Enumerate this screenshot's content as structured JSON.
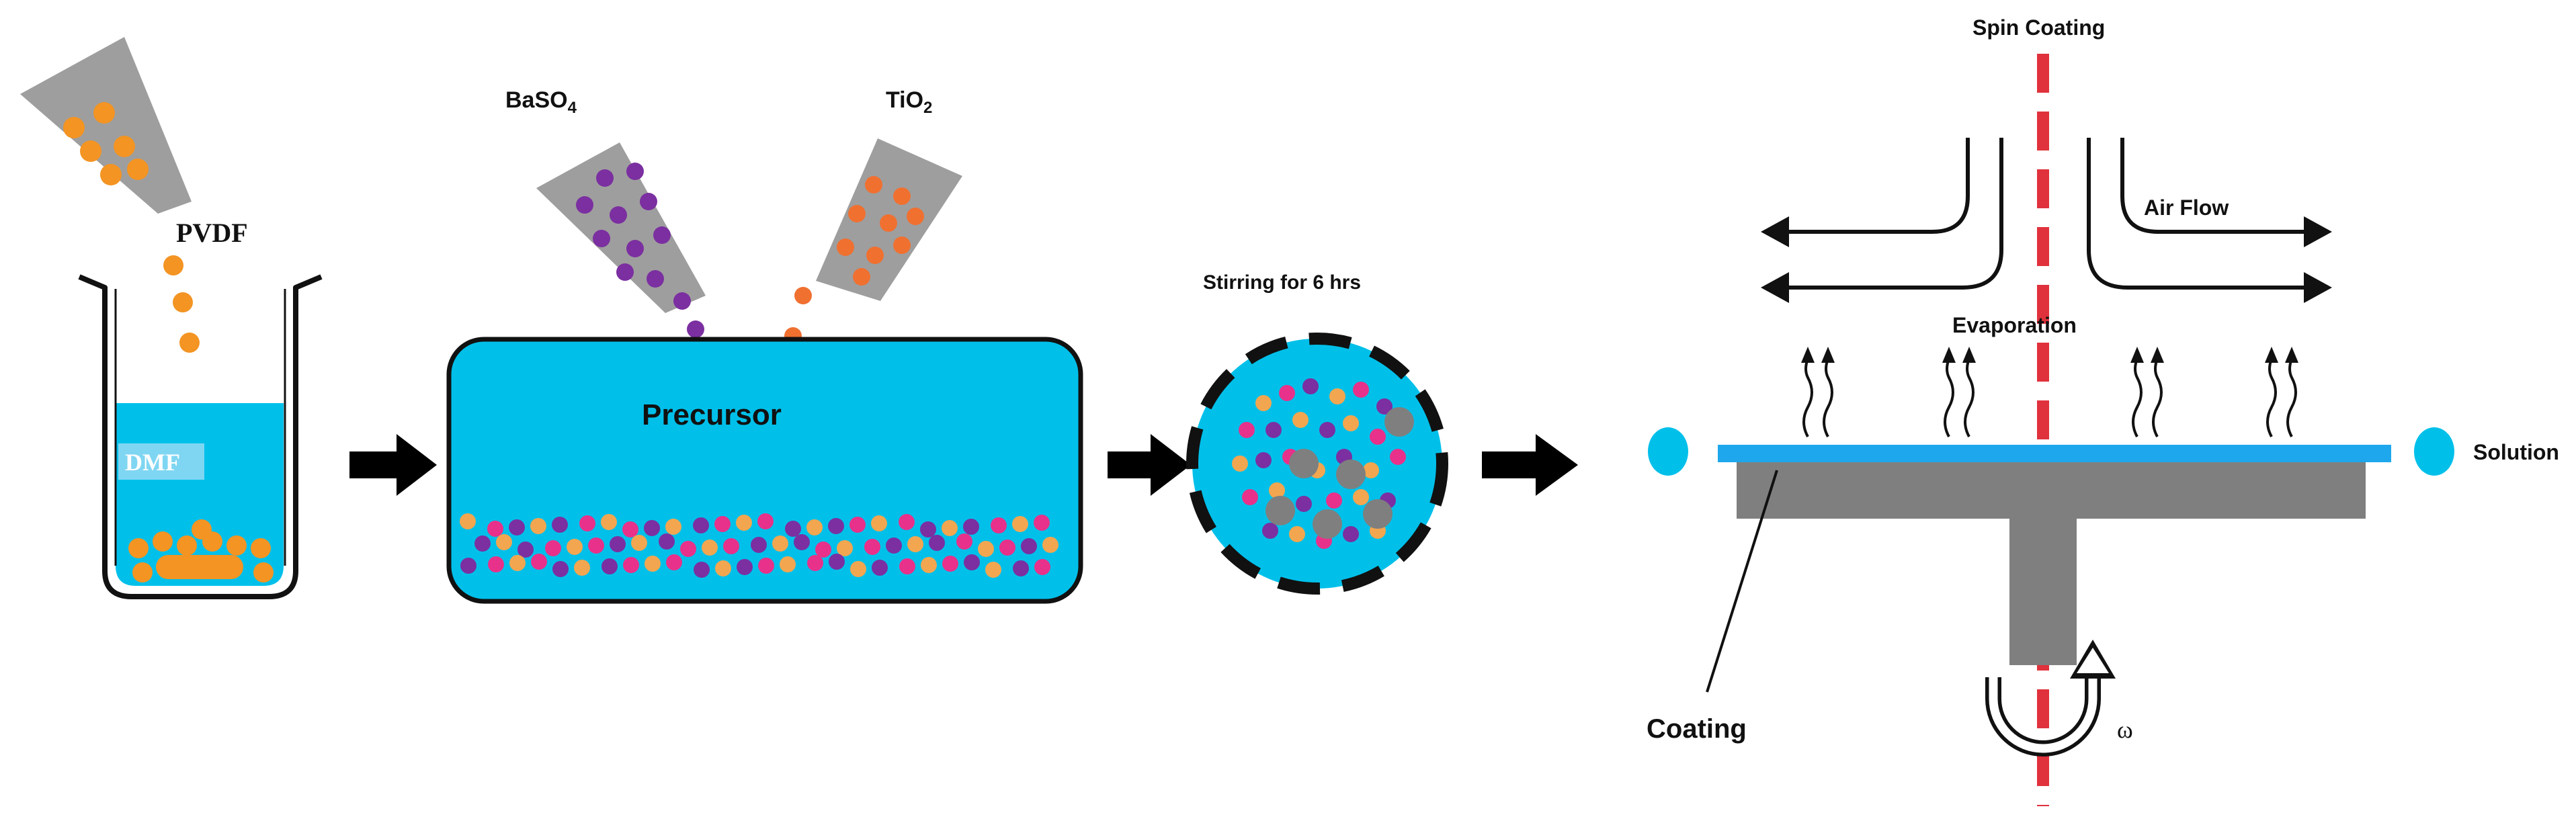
{
  "labels": {
    "pvdf": "PVDF",
    "dmf": "DMF",
    "baso4_main": "BaSO",
    "baso4_sub": "4",
    "tio2_main": "TiO",
    "tio2_sub": "2",
    "precursor": "Precursor",
    "stirring": "Stirring for 6 hrs",
    "spin_coating": "Spin Coating",
    "air_flow": "Air Flow",
    "evaporation": "Evaporation",
    "solution": "Solution",
    "coating": "Coating",
    "omega": "ω"
  },
  "colors": {
    "liquid": "#00c0ea",
    "pvdf": "#f39423",
    "baso4": "#7b2fa0",
    "tio2": "#f07030",
    "pink": "#e8318a",
    "tan": "#f2a650",
    "gray_funnel": "#9e9e9e",
    "gray_substrate": "#7f7f7f",
    "axis_red": "#e0323c",
    "substrate_film": "#1ea7ec"
  },
  "icons": {
    "process_arrow": "right-arrow-icon",
    "rotation": "rotation-arrow-icon"
  }
}
